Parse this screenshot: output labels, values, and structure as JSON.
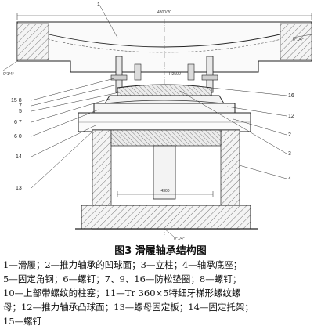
{
  "figure": {
    "title": "图3 滑履轴承结构图",
    "legend_lines": [
      "1—滑履；2—推力轴承的凹球面；3—立柱；4—轴承底座；",
      "5—固定角钢；6—螺钉；7、9、16—防松垫圈；8—螺钉；",
      "10—上部带螺纹的柱塞；11—Tr 360×5特细牙梯形螺纹螺",
      "母；12—推力轴承凸球面；13—螺母固定板；14—固定托架；",
      "15—螺钉"
    ]
  },
  "drawing": {
    "callouts": {
      "c1": "1",
      "c15_8": "15 8",
      "c7": "7",
      "c5": "5",
      "c67": "6 7",
      "c60": "6 0",
      "c14": "14",
      "c13": "13",
      "c16": "16",
      "c12": "12",
      "c2": "2",
      "c3": "3",
      "c4": "4"
    },
    "dimensions": {
      "top_width": "4300/20",
      "left_angle": "0°1/4°",
      "right_angle": "0°1/4°",
      "mid_width": "4300",
      "bottom_angle": "0°1/4°",
      "radius": "R2500"
    }
  }
}
